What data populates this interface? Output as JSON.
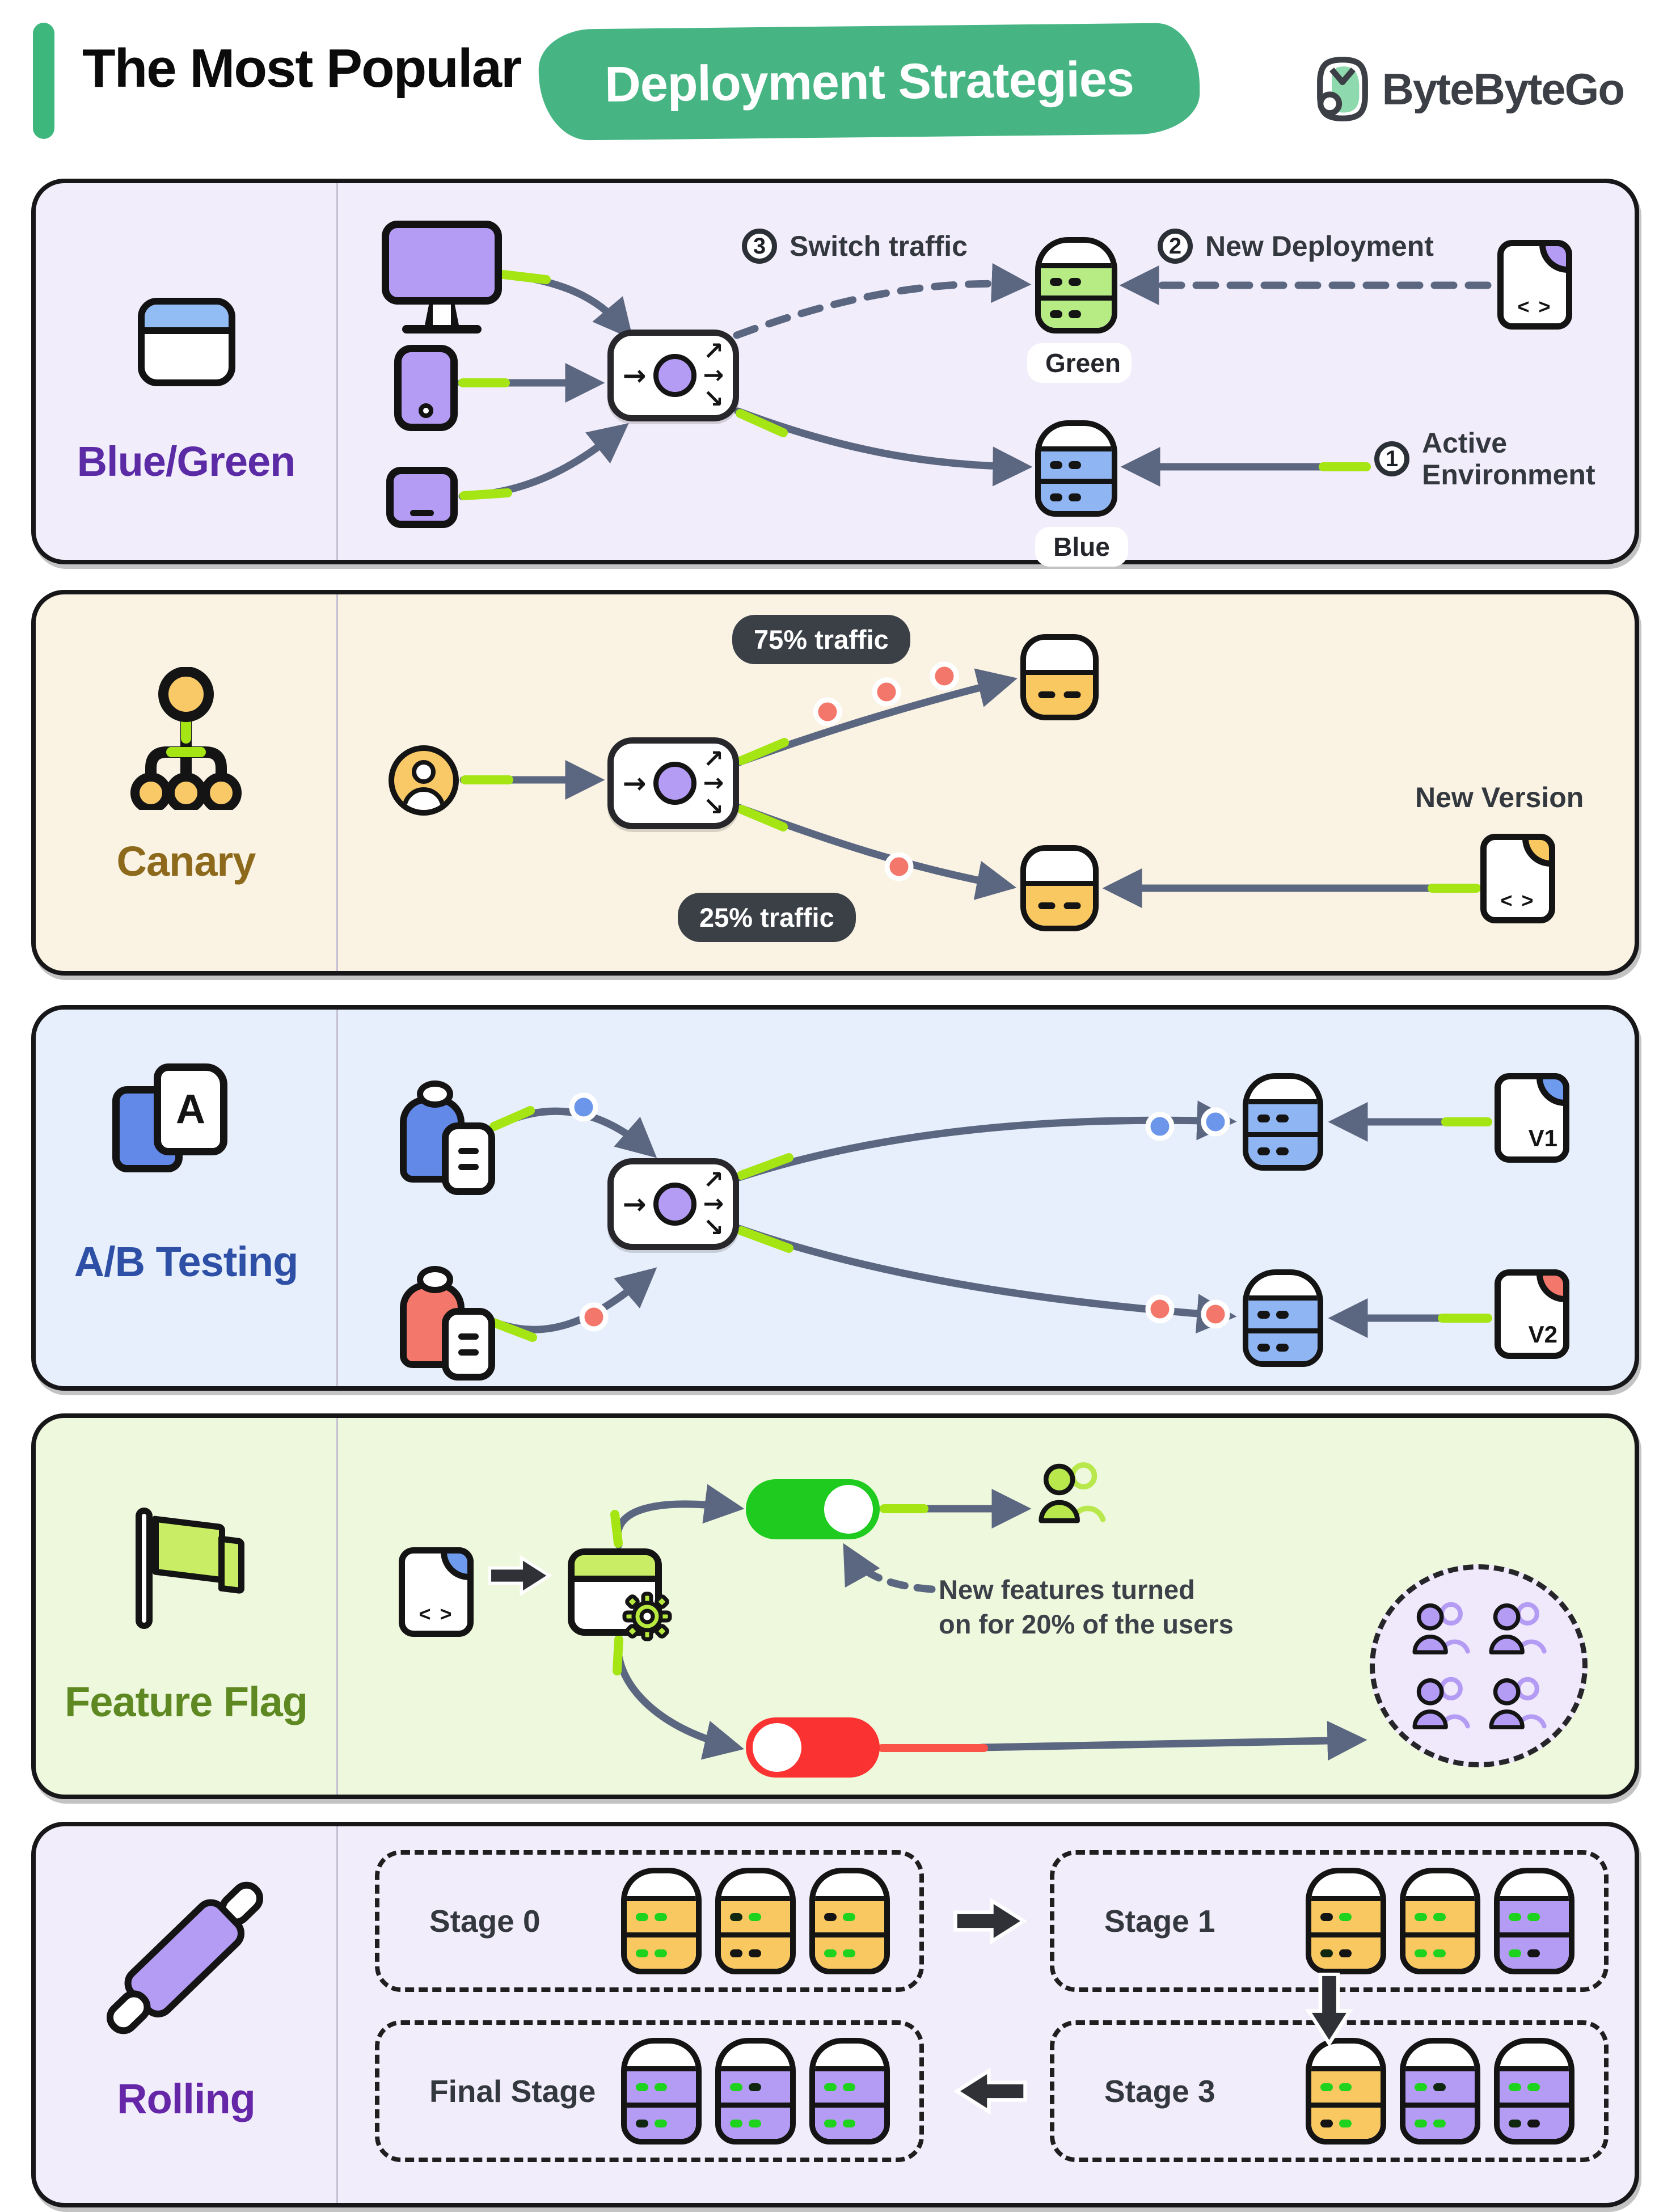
{
  "header": {
    "kicker": "The Most Popular",
    "highlight": "Deployment Strategies",
    "brand": "ByteByteGo"
  },
  "icons": {
    "code_glyph": "< >",
    "arrow_in": "→",
    "arrow_out_up": "↗",
    "arrow_out_mid": "→",
    "arrow_out_down": "↘"
  },
  "panels": {
    "blue_green": {
      "label": "Blue/Green",
      "step3_num": "3",
      "step3_text": "Switch traffic",
      "step2_num": "2",
      "step2_text": "New Deployment",
      "step1_num": "1",
      "step1_text": "Active\nEnvironment",
      "green_badge": "Green",
      "blue_badge": "Blue"
    },
    "canary": {
      "label": "Canary",
      "traffic_top": "75% traffic",
      "traffic_bottom": "25% traffic",
      "new_version": "New Version"
    },
    "ab_testing": {
      "label": "A/B Testing",
      "card_letter": "A",
      "v1": "V1",
      "v2": "V2"
    },
    "feature_flag": {
      "label": "Feature Flag",
      "note": "New features turned\non for 20% of the users"
    },
    "rolling": {
      "label": "Rolling",
      "stages": [
        "Stage 0",
        "Stage 1",
        "Stage 3",
        "Final Stage"
      ]
    }
  },
  "colors": {
    "accent_green": "#46b583",
    "lime": "#a5e514",
    "slate_arrow": "#5b6781",
    "purple": "#b49cf4",
    "blue_db": "#8fb5f2",
    "green_db": "#b7ec85",
    "orange_db": "#fac861",
    "salmon": "#f4776b",
    "blue_dot": "#6c96ea",
    "toggle_on": "#1ecb1e",
    "toggle_off": "#fb3232",
    "dark_badge": "#3b4047",
    "panel1_bg": "#f2edfa",
    "panel2_bg": "#faf3e3",
    "panel3_bg": "#e8effc",
    "panel4_bg": "#eef8dc",
    "panel5_bg": "#f2edfa",
    "label_blue_green": "#5b2ba6",
    "label_canary": "#8d691c",
    "label_ab": "#2d4fa5",
    "label_feature": "#5e8821",
    "label_rolling": "#6527a8"
  }
}
